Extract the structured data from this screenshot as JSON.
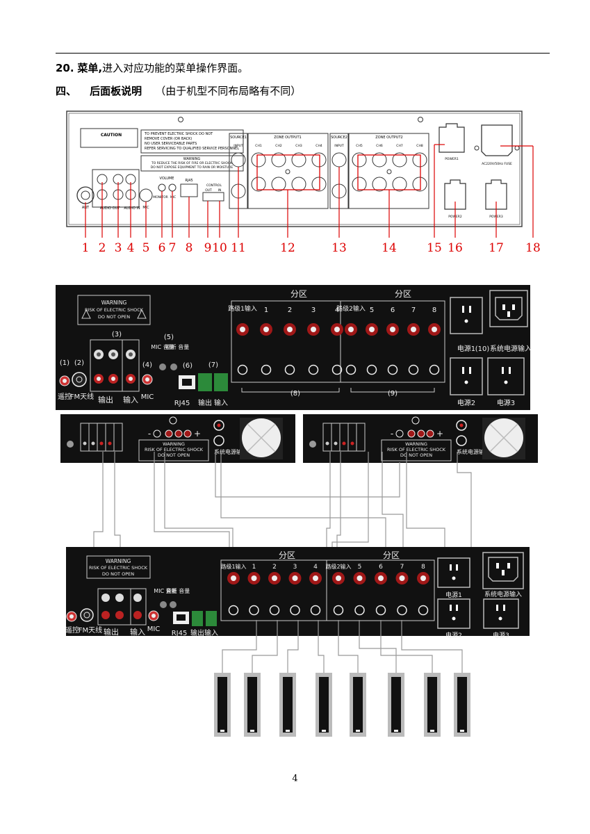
{
  "header": {
    "item_number": "20.",
    "item_title": "菜单,",
    "item_text": "进入对应功能的菜单操作界面。",
    "section_number": "四、",
    "section_title": "后面板说明",
    "section_note": "（由于机型不同布局略有不同）"
  },
  "panel1": {
    "caution_title": "CAUTION",
    "caution_text": [
      "TO PREVENT ELECTRIC SHOCK DO NOT",
      "REMOVE COVER (OR BACK)",
      "NO USER SERVICEABLE PARTS",
      "REFER SERVICING TO QUALIFIED SERVICE PERSONNEL"
    ],
    "warning_title": "WARNING",
    "warning_text": [
      "TO REDUCE THE RISK OF FIRE OR ELECTRIC SHOCK",
      "DO NOT EXPOSE EQUIPMENT TO RAIN OR MOISTURE"
    ],
    "labels": {
      "ant": "ANT",
      "audio_out": "AUDIO OUT",
      "audio_in": "AUDIO IN",
      "mic": "MIC",
      "volume": "VOLUME",
      "monitor": "MONITOR",
      "mic2": "MIC",
      "rj45": "RJ45",
      "control": "CONTROL",
      "out": "OUT",
      "in": "IN",
      "source1": "SOURCE1",
      "input1": "INPUT",
      "zone_output1": "ZONE OUTPUT1",
      "source2": "SOURCE2",
      "input2": "INPUT",
      "zone_output2": "ZONE OUTPUT2",
      "power1": "POWER1",
      "power2": "POWER2",
      "power3": "POWER3",
      "ac": "AC220V/50Hz FUSE"
    },
    "channels1": [
      "CH1",
      "CH2",
      "CH3",
      "CH4"
    ],
    "channels2": [
      "CH5",
      "CH6",
      "CH7",
      "CH8"
    ],
    "callouts": [
      "1",
      "2",
      "3",
      "4",
      "5",
      "6",
      "7",
      "8",
      "9",
      "10",
      "11",
      "12",
      "13",
      "14",
      "15",
      "16",
      "17",
      "18"
    ]
  },
  "panel2": {
    "warning_lines": [
      "WARNING",
      "RISK OF ELECTRIC SHOCK",
      "DO NOT OPEN"
    ],
    "zone_label": "分区",
    "in1": "路级1输入",
    "in2": "路级2输入",
    "zones_a": [
      "1",
      "2",
      "3",
      "4"
    ],
    "zones_b": [
      "5",
      "6",
      "7",
      "8"
    ],
    "n1": "(1)",
    "n2": "(2)",
    "n3": "(3)",
    "n4": "(4)",
    "n5": "(5)",
    "n6": "(6)",
    "n7": "(7)",
    "n8": "(8)",
    "n9": "(9)",
    "n10": "(10)",
    "remote": "遥控",
    "fm": "FM天线",
    "out": "输出",
    "in": "输入",
    "mic": "MIC",
    "mic_vol": "MIC 音量",
    "monitor_vol": "监听 音量",
    "rj45": "RJ45",
    "out2": "输出",
    "in2_label": "输入",
    "power1": "电源1",
    "power2": "电源2",
    "power3": "电源3",
    "sys_power": "系统电源输入"
  },
  "amps": {
    "minus": "-",
    "plus": "+",
    "warning_lines": [
      "WARNING",
      "RISK OF ELECTRIC SHOCK",
      "DO NOT OPEN"
    ],
    "sys_power": "系统电源输入"
  },
  "panel3": {
    "warning_lines": [
      "WARNING",
      "RISK OF ELECTRIC SHOCK",
      "DO NOT OPEN"
    ],
    "zone_label": "分区",
    "in1": "路级1输入",
    "in2": "路级2输入",
    "zones_a": [
      "1",
      "2",
      "3",
      "4"
    ],
    "zones_b": [
      "5",
      "6",
      "7",
      "8"
    ],
    "remote": "遥控",
    "fm": "FM天线",
    "out": "输出",
    "in": "输入",
    "mic": "MIC",
    "mic_vol": "MIC 音量",
    "monitor_vol": "监听 音量",
    "rj45": "RJ45",
    "out2": "输出",
    "in2_label": "输入",
    "power1": "电源1",
    "power2": "电源2",
    "power3": "电源3",
    "sys_power": "系统电源输入"
  },
  "page_number": "4"
}
